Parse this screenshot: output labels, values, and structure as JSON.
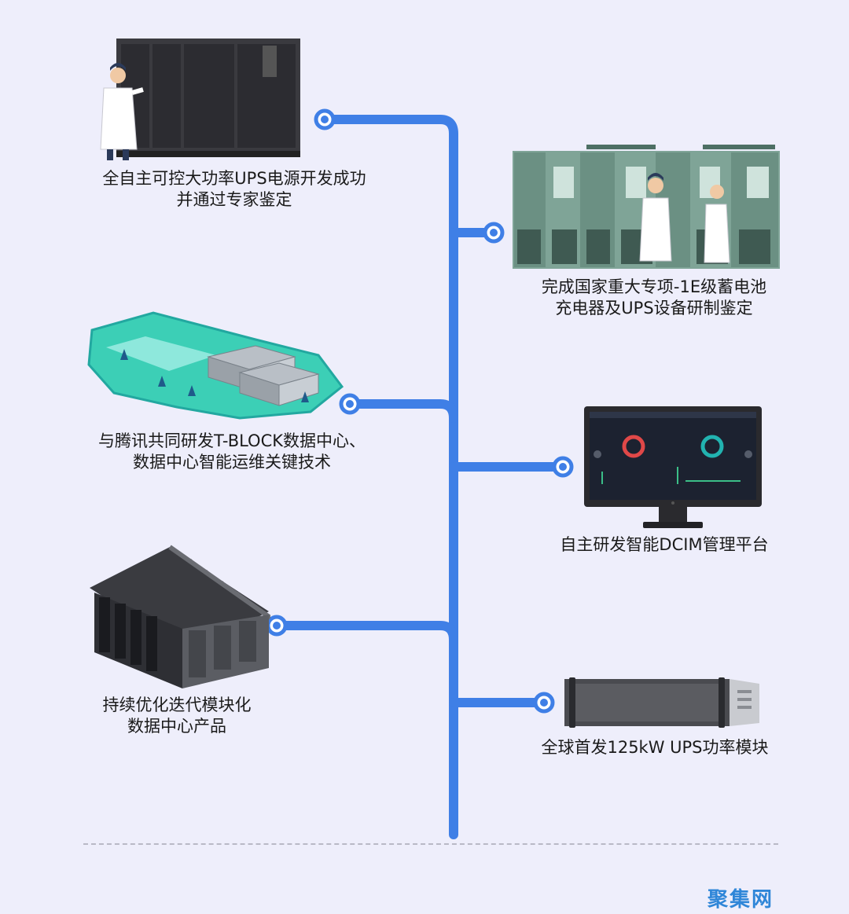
{
  "milestones": [
    {
      "lines": [
        "全自主可控大功率UPS电源开发成功",
        "并通过专家鉴定"
      ]
    },
    {
      "lines": [
        "完成国家重大专项-1E级蓄电池",
        "充电器及UPS设备研制鉴定"
      ]
    },
    {
      "lines": [
        "与腾讯共同研发T-BLOCK数据中心、",
        "数据中心智能运维关键技术"
      ]
    },
    {
      "lines": [
        "自主研发智能DCIM管理平台"
      ]
    },
    {
      "lines": [
        "持续优化迭代模块化",
        "数据中心产品"
      ]
    },
    {
      "lines": [
        "全球首发125kW UPS功率模块"
      ]
    }
  ],
  "watermark": "聚集网",
  "colors": {
    "timeline": "#3f7fe6",
    "background": "#eeeefb",
    "cabinet_green": "#7fa497"
  }
}
